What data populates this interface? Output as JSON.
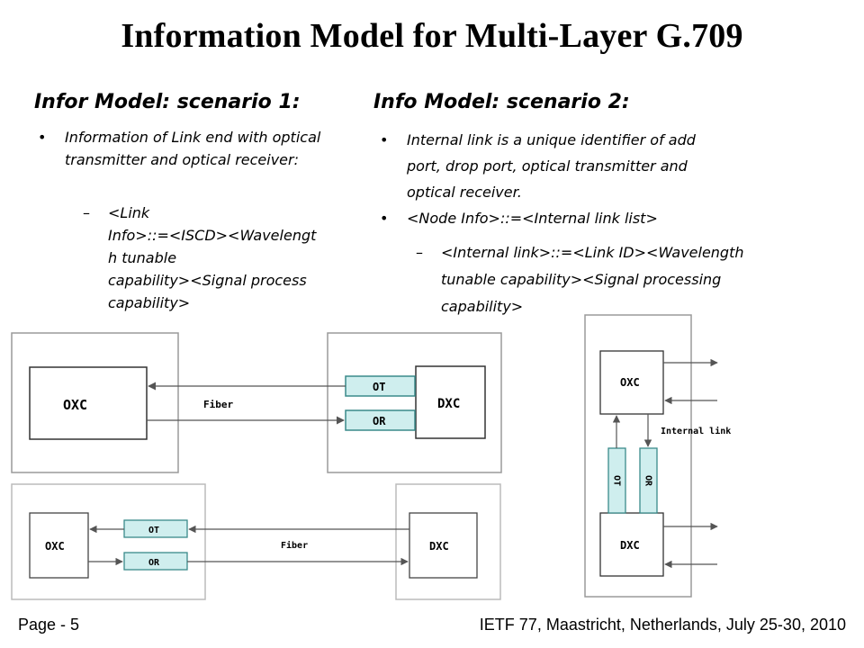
{
  "title": "Information Model for Multi-Layer G.709",
  "left": {
    "heading": "Infor Model: scenario 1:",
    "bullet1": "Information of Link end with optical transmitter and optical receiver:",
    "sub1_lines": [
      "<Link",
      "Info>::=<ISCD><Wavelengt",
      "h tunable",
      "capability><Signal process",
      "capability>"
    ]
  },
  "right": {
    "heading": "Info Model: scenario 2:",
    "bullet1_lines": [
      "Internal link is a unique identifier of add",
      "port, drop port, optical transmitter and",
      "optical receiver."
    ],
    "bullet2": "<Node Info>::=<Internal link list>",
    "sub1_lines": [
      "<Internal link>::=<Link ID><Wavelength",
      "tunable capability><Signal processing",
      "capability>"
    ]
  },
  "diagram1": {
    "oxc": "OXC",
    "dxc": "DXC",
    "ot": "OT",
    "or": "OR",
    "fiber": "Fiber"
  },
  "diagram2": {
    "oxc": "OXC",
    "dxc": "DXC",
    "ot": "OT",
    "or": "OR",
    "fiber": "Fiber"
  },
  "diagram3": {
    "oxc": "OXC",
    "dxc": "DXC",
    "ot": "OT",
    "or": "OR",
    "internal_link": "Internal link"
  },
  "colors": {
    "module_fill": "#cfeeee",
    "module_stroke": "#3a8a8a",
    "line": "#555555"
  },
  "footer": {
    "page": "Page - 5",
    "event": "IETF 77, Maastricht, Netherlands, July 25-30, 2010"
  }
}
